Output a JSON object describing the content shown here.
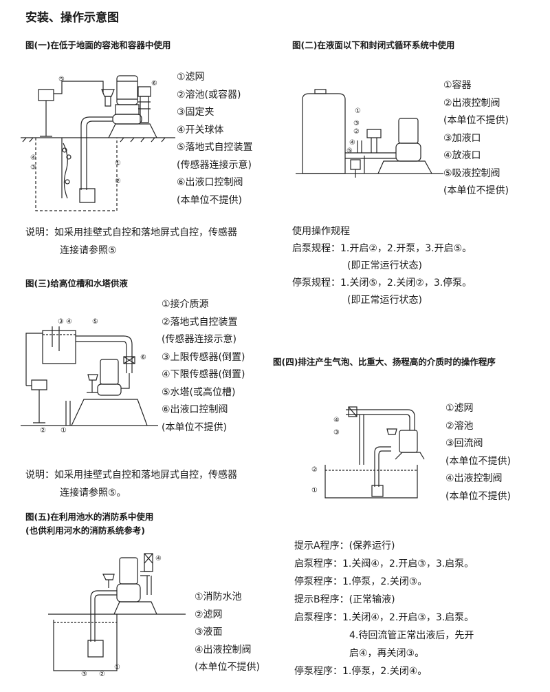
{
  "page_title": "安装、操作示意图",
  "fig1": {
    "title": "图(一)在低于地面的容池和容器中使用",
    "legend": [
      "①滤网",
      "②溶池(或容器)",
      "③固定夹",
      "④开关球体",
      "⑤落地式自控装置",
      "(传感器连接示意)",
      "⑥出液口控制阀",
      "(本单位不提供)"
    ],
    "markers": [
      "①",
      "②",
      "③",
      "④",
      "⑤",
      "⑥"
    ],
    "note_line1": "说明：如采用挂壁式自控和落地屏式自控，传感器",
    "note_line2": "连接请参照⑤"
  },
  "fig2": {
    "title": "图(二)在液面以下和封闭式循环系统中使用",
    "legend": [
      "①容器",
      "②出液控制阀",
      "(本单位不提供)",
      "③加液口",
      "④放液口",
      "⑤吸液控制阀",
      "(本单位不提供)"
    ],
    "markers": [
      "①",
      "②",
      "③",
      "④",
      "⑤"
    ],
    "rules": [
      "使用操作规程",
      "启泵规程：1.开启②，2.开泵，3.开启⑤。",
      "(即正常运行状态)",
      "停泵规程：1.关闭⑤，2.关闭②，3.停泵。",
      "(即正常运行状态)"
    ]
  },
  "fig3": {
    "title": "图(三)给高位槽和水塔供液",
    "legend": [
      "①接介质源",
      "②落地式自控装置",
      "(传感器连接示意)",
      "③上限传感器(倒置)",
      "④下限传感器(倒置)",
      "⑤水塔(或高位槽)",
      "⑥出液口控制阀",
      "(本单位不提供)"
    ],
    "markers": [
      "①",
      "②",
      "③",
      "④",
      "⑤",
      "⑥"
    ],
    "note_line1": "说明：如采用挂壁式自控和落地屏式自控，传感器",
    "note_line2": "连接请参照⑤。"
  },
  "fig4": {
    "title": "图(四)排注产生气泡、比重大、扬程高的介质时的操作程序",
    "legend": [
      "①滤网",
      "②溶池",
      "③回流阀",
      "(本单位不提供)",
      "④出液控制阀",
      "(本单位不提供)"
    ],
    "markers": [
      "①",
      "②",
      "③",
      "④"
    ],
    "rules": [
      "提示A程序：(保养运行)",
      "启泵程序：1.关阀④，2.开启③，3.启泵。",
      "停泵程序：1.停泵，2.关闭③。",
      "提示B程序：(正常输液)",
      "启泵程序：1.关闭④，2.开启③，3.启泵。",
      "4.待回流管正常出液后，先开",
      "启④，再关闭③。",
      "停泵程序：1.停泵，2.关闭④。"
    ]
  },
  "fig5": {
    "title_line1": "图(五)在利用池水的消防系中使用",
    "title_line2": "(也供利用河水的消防系统参考)",
    "legend": [
      "①消防水池",
      "②滤网",
      "③液面",
      "④出液控制阀",
      "(本单位不提供)"
    ],
    "markers": [
      "①",
      "②",
      "③",
      "④"
    ]
  }
}
